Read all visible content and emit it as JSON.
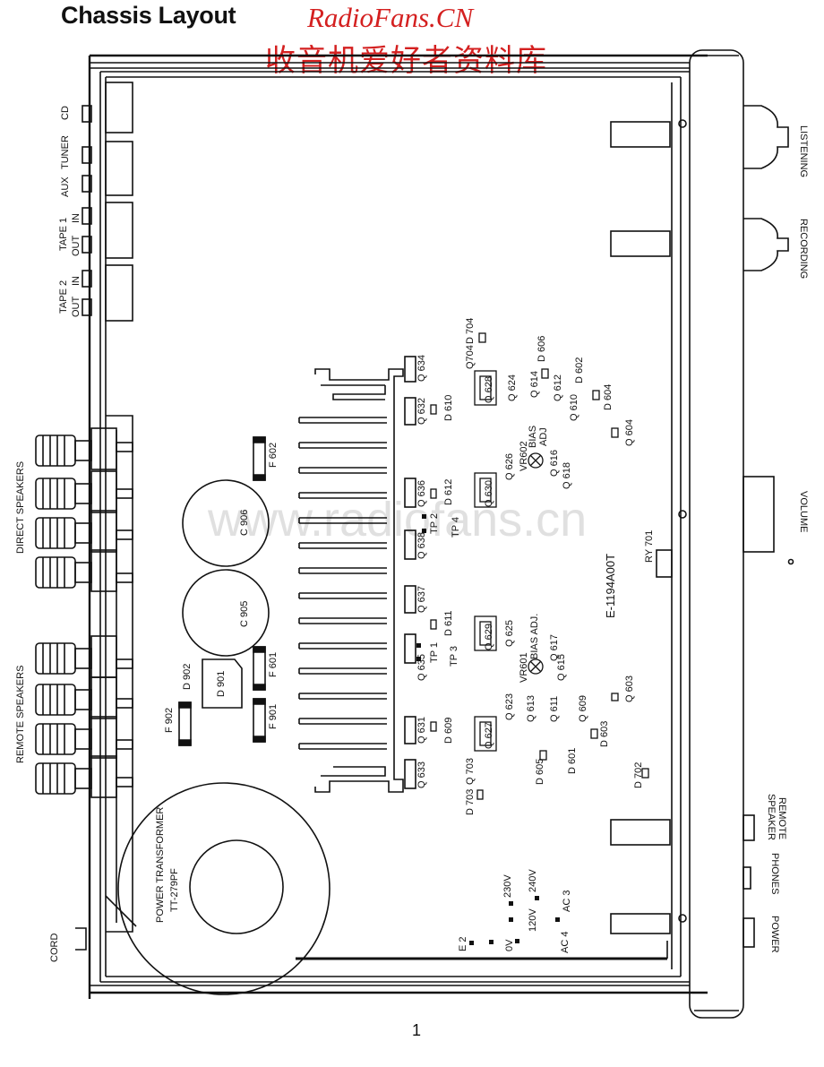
{
  "title": "Chassis Layout",
  "stamp": {
    "site": "RadioFans.CN",
    "subtitle": "收音机爱好者资料库"
  },
  "watermark": "www.radiofans.cn",
  "page_number": "1",
  "board_code": "E-1194A00T",
  "inputs": {
    "cd": "CD",
    "tuner": "TUNER",
    "aux": "AUX",
    "tape1": "TAPE 1",
    "tape1_in": "IN",
    "tape1_out": "OUT",
    "tape2": "TAPE 2",
    "tape2_in": "IN",
    "tape2_out": "OUT"
  },
  "speakers": {
    "direct": "DIRECT SPEAKERS",
    "remote": "REMOTE SPEAKERS"
  },
  "front_panel": {
    "listening": "LISTENING",
    "recording": "RECORDING",
    "volume": "VOLUME",
    "speaker_remote": "SPEAKER\nREMOTE",
    "phones": "PHONES",
    "power": "POWER"
  },
  "transformer": {
    "line1": "POWER TRANSFORMER",
    "line2": "TT-279PF"
  },
  "cord": "CORD",
  "caps": {
    "c906": "C 906",
    "c905": "C 905"
  },
  "fuses": {
    "f602": "F 602",
    "f601": "F 601",
    "f901": "F 901",
    "f902": "F 902"
  },
  "diode_bridge": {
    "d901": "D 901",
    "d902": "D 902"
  },
  "voltage": {
    "v230": "230V",
    "v240": "240V",
    "v120": "120V",
    "v0": "0V",
    "e2": "E 2",
    "ac3": "AC 3",
    "ac4": "AC 4"
  },
  "relay": "RY 701",
  "bias": {
    "vr602": "VR602",
    "bias_adj_1": "BIAS\nADJ",
    "vr601": "VR601",
    "bias_adj_2": "BIAS ADJ."
  },
  "heatsink_transistors": {
    "q634": "Q 634",
    "q632": "Q 632",
    "d610": "D 610",
    "q636": "Q 636",
    "d612": "D 612",
    "tp2": "TP 2",
    "tp4": "TP 4",
    "q638": "Q 638",
    "q637": "Q 637",
    "d611": "D 611",
    "q635": "Q 635",
    "tp1": "TP 1",
    "tp3": "TP 3",
    "q631": "Q 631",
    "d609": "D 609",
    "q633": "Q 633"
  },
  "driver_parts": {
    "d704": "D 704",
    "q704": "Q704",
    "q628": "Q 628",
    "q624": "Q 624",
    "q614": "Q 614",
    "d606": "D 606",
    "q612": "Q 612",
    "d602": "D 602",
    "q610": "Q 610",
    "d604": "D 604",
    "q604": "Q 604",
    "q626": "Q 626",
    "q630": "Q 630",
    "q616": "Q 616",
    "q618": "Q 618",
    "q629": "Q 629",
    "q625": "Q 625",
    "q617": "Q 617",
    "q615": "Q 615",
    "q623": "Q 623",
    "q613": "Q 613",
    "q611": "Q 611",
    "q609": "Q 609",
    "q603": "Q 603",
    "q627": "Q 627",
    "d603": "D 603",
    "d601": "D 601",
    "d605": "D 605",
    "q703": "Q 703",
    "d703": "D 703",
    "d702": "D 702"
  }
}
